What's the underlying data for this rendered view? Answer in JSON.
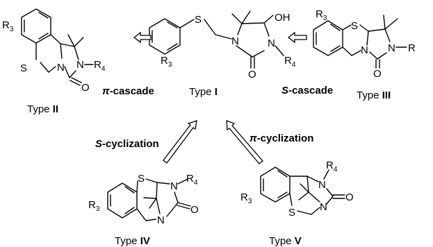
{
  "atoms": {
    "S": "S",
    "N": "N",
    "O": "O",
    "OH": "OH",
    "R": "R",
    "R3_sub": "3",
    "R4_sub": "4"
  },
  "compounds": {
    "type_I": {
      "prefix": "Type ",
      "numeral": "I"
    },
    "type_II": {
      "prefix": "Type ",
      "numeral": "II"
    },
    "type_III": {
      "prefix": "Type ",
      "numeral": "III"
    },
    "type_IV": {
      "prefix": "Type ",
      "numeral": "IV"
    },
    "type_V": {
      "prefix": "Type ",
      "numeral": "V"
    }
  },
  "reactions": {
    "pi_cascade": {
      "greek": "π",
      "rest": "-cascade"
    },
    "s_cascade": {
      "letter": "S",
      "rest": "-cascade"
    },
    "s_cyclization": {
      "letter": "S",
      "rest": "-cyclization"
    },
    "pi_cyclization": {
      "greek": "π",
      "rest": "-cyclization"
    }
  }
}
